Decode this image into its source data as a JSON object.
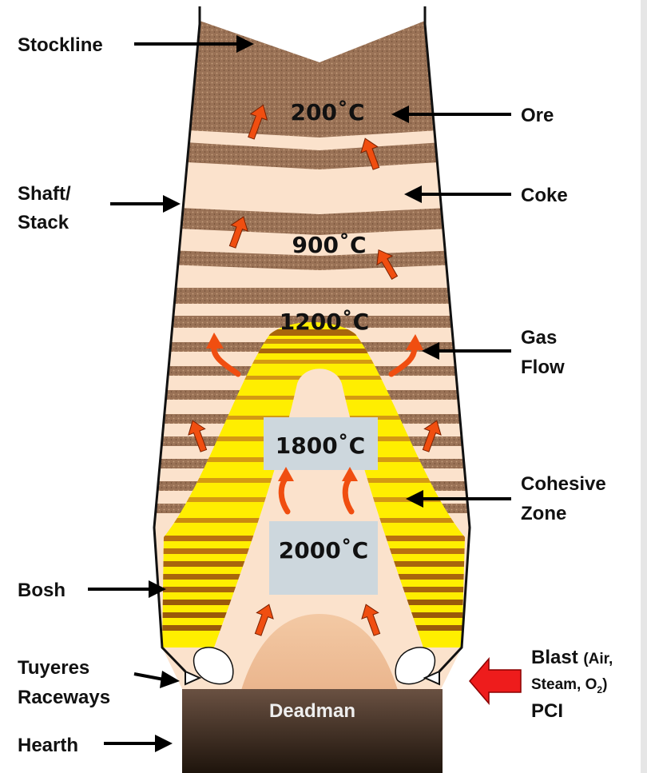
{
  "labels": {
    "stockline": "Stockline",
    "ore": "Ore",
    "shaft_line1": "Shaft/",
    "shaft_line2": "Stack",
    "coke": "Coke",
    "gas_line1": "Gas",
    "gas_line2": "Flow",
    "cohesive_line1": "Cohesive",
    "cohesive_line2": "Zone",
    "bosh": "Bosh",
    "tuyeres": "Tuyeres",
    "raceways": "Raceways",
    "hearth": "Hearth",
    "deadman": "Deadman",
    "blast": "Blast",
    "blast_detail_1": "(Air,",
    "blast_detail_2": "Steam, O",
    "blast_detail_sub": "2",
    "blast_detail_3": ")",
    "pci": "PCI"
  },
  "temperatures": {
    "t200": "200˚C",
    "t900": "900˚C",
    "t1200": "1200˚C",
    "t1800": "1800˚C",
    "t2000": "2000˚C"
  },
  "colors": {
    "ore_layer": "#9a7256",
    "coke_layer": "#fbe2cc",
    "cohesive_yellow": "#ffee00",
    "cohesive_brown": "#a8660c",
    "hearth": "#3e2c20",
    "gas_arrow": "#f04e10",
    "blast_arrow": "#ee1c1c",
    "temp_box": "#cdd7dd"
  }
}
